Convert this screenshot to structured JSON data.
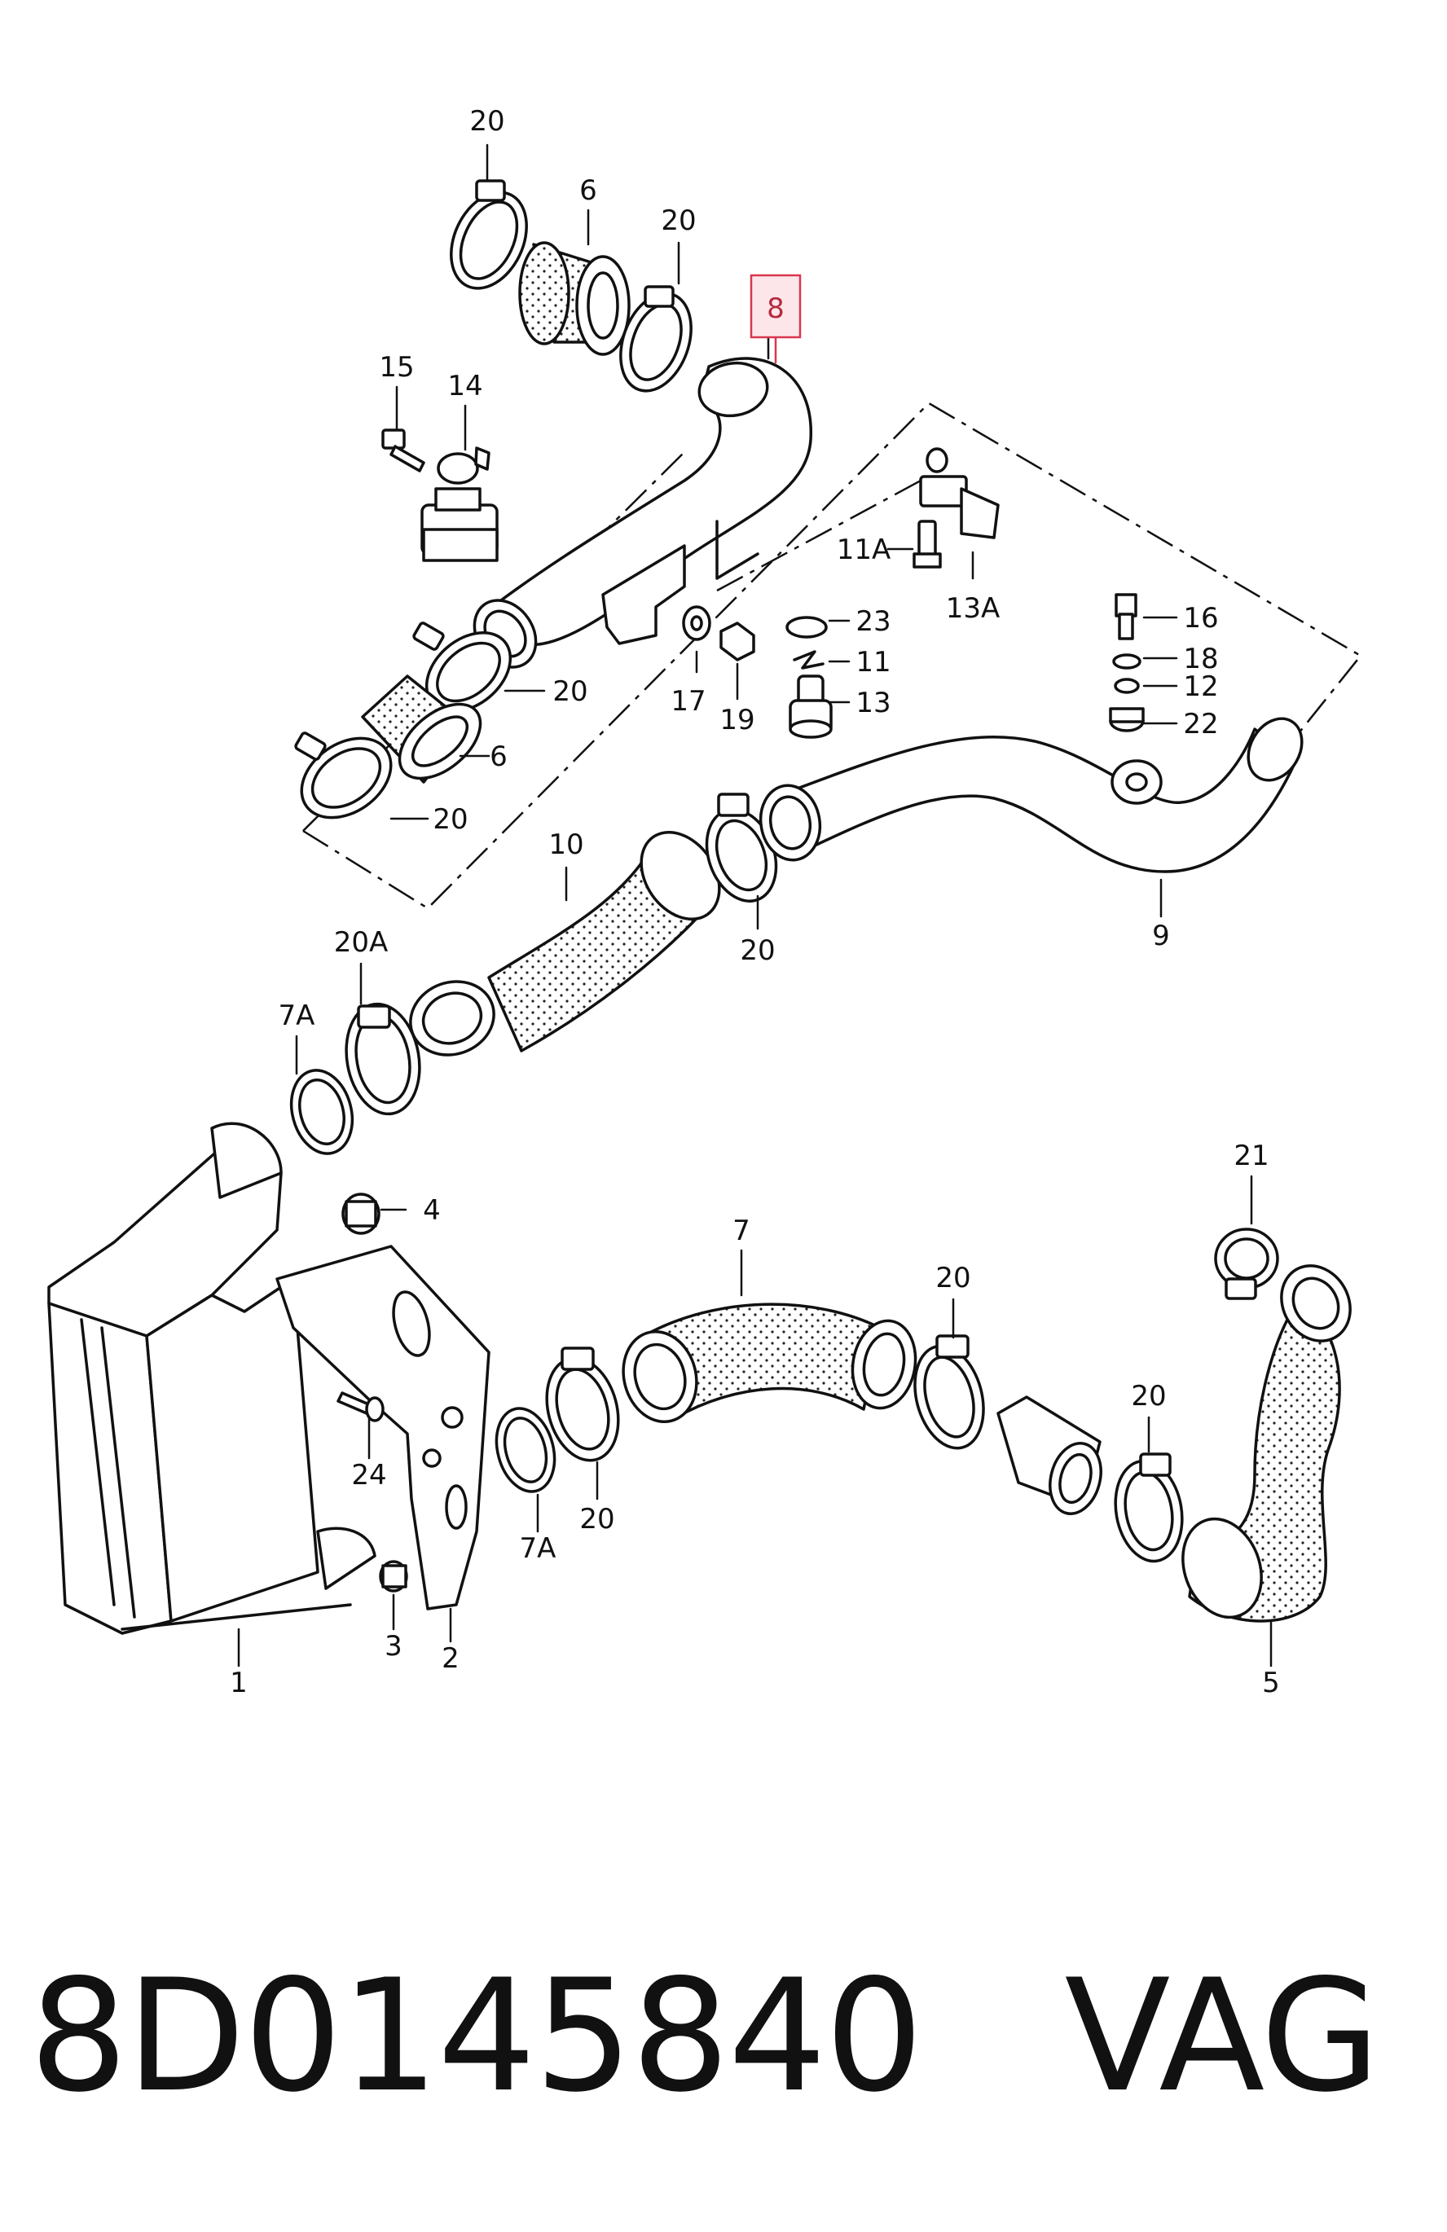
{
  "part_number": "8D0145840",
  "brand": "VAG",
  "highlighted_label": "8",
  "labels": {
    "l20a": "20",
    "l6a": "6",
    "l20b": "20",
    "l15": "15",
    "l14": "14",
    "l11A": "11A",
    "l13A": "13A",
    "l23": "23",
    "l11": "11",
    "l13": "13",
    "l16": "16",
    "l18": "18",
    "l12": "12",
    "l22": "22",
    "l20c": "20",
    "l6b": "6",
    "l20d": "20",
    "l17": "17",
    "l19": "19",
    "l10": "10",
    "l20e": "20",
    "l9": "9",
    "l20A": "20A",
    "l7Aa": "7A",
    "l4": "4",
    "l21": "21",
    "l7": "7",
    "l20f": "20",
    "l20g": "20",
    "l24": "24",
    "l7Ab": "7A",
    "l20h": "20",
    "l3": "3",
    "l2": "2",
    "l1": "1",
    "l5": "5"
  },
  "colors": {
    "line": "#111111",
    "highlight_fill": "#fde6ea",
    "highlight_stroke": "#d9374f"
  }
}
